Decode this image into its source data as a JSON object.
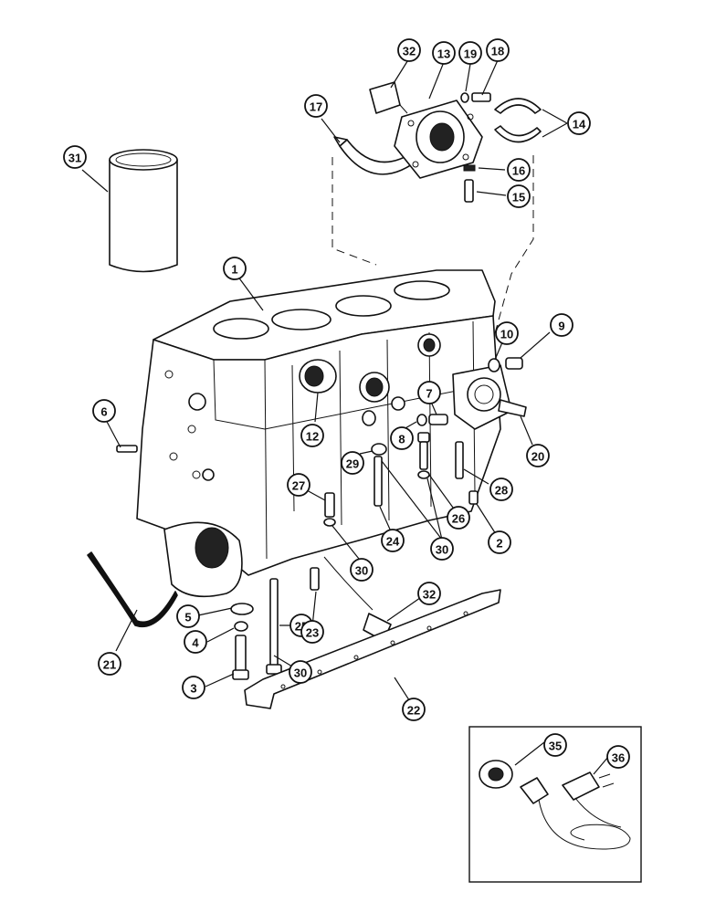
{
  "callouts": [
    {
      "id": "32a",
      "label": "32"
    },
    {
      "id": "13",
      "label": "13"
    },
    {
      "id": "19",
      "label": "19"
    },
    {
      "id": "18",
      "label": "18"
    },
    {
      "id": "17",
      "label": "17"
    },
    {
      "id": "14",
      "label": "14"
    },
    {
      "id": "16",
      "label": "16"
    },
    {
      "id": "15",
      "label": "15"
    },
    {
      "id": "31",
      "label": "31"
    },
    {
      "id": "1",
      "label": "1"
    },
    {
      "id": "10",
      "label": "10"
    },
    {
      "id": "9",
      "label": "9"
    },
    {
      "id": "6",
      "label": "6"
    },
    {
      "id": "7",
      "label": "7"
    },
    {
      "id": "12",
      "label": "12"
    },
    {
      "id": "8",
      "label": "8"
    },
    {
      "id": "20",
      "label": "20"
    },
    {
      "id": "29",
      "label": "29"
    },
    {
      "id": "28",
      "label": "28"
    },
    {
      "id": "27",
      "label": "27"
    },
    {
      "id": "26",
      "label": "26"
    },
    {
      "id": "2",
      "label": "2"
    },
    {
      "id": "24",
      "label": "24"
    },
    {
      "id": "30a",
      "label": "30"
    },
    {
      "id": "30b",
      "label": "30"
    },
    {
      "id": "32b",
      "label": "32"
    },
    {
      "id": "5",
      "label": "5"
    },
    {
      "id": "25",
      "label": "25"
    },
    {
      "id": "23",
      "label": "23"
    },
    {
      "id": "4",
      "label": "4"
    },
    {
      "id": "21",
      "label": "21"
    },
    {
      "id": "3",
      "label": "3"
    },
    {
      "id": "30c",
      "label": "30"
    },
    {
      "id": "22",
      "label": "22"
    },
    {
      "id": "35",
      "label": "35"
    },
    {
      "id": "36",
      "label": "36"
    }
  ]
}
